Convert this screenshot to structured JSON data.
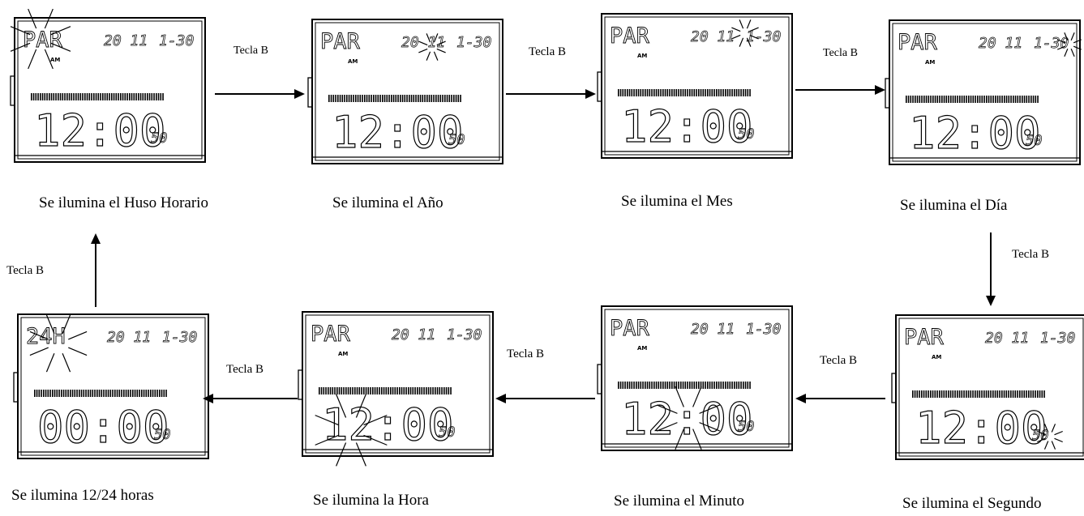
{
  "panels": [
    {
      "id": "zona",
      "line1": "PAR",
      "year": "20 11",
      "date": "1-30",
      "am": "AM",
      "time": "12:00",
      "seconds": "50",
      "caption": "Se ilumina el Huso Horario"
    },
    {
      "id": "anio",
      "line1": "PAR",
      "year": "20 11",
      "date": "1-30",
      "am": "AM",
      "time": "12:00",
      "seconds": "50",
      "caption": "Se ilumina el Año"
    },
    {
      "id": "mes",
      "line1": "PAR",
      "year": "20 11",
      "date": "1-30",
      "am": "AM",
      "time": "12:00",
      "seconds": "50",
      "caption": "Se ilumina el Mes"
    },
    {
      "id": "dia",
      "line1": "PAR",
      "year": "20 11",
      "date": "1-30",
      "am": "AM",
      "time": "12:00",
      "seconds": "50",
      "caption": "Se ilumina el Día"
    },
    {
      "id": "segundo",
      "line1": "PAR",
      "year": "20 11",
      "date": "1-30",
      "am": "AM",
      "time": "12:00",
      "seconds": "50",
      "caption": "Se ilumina el Segundo"
    },
    {
      "id": "minuto",
      "line1": "PAR",
      "year": "20 11",
      "date": "1-30",
      "am": "AM",
      "time": "12:00",
      "seconds": "50",
      "caption": "Se ilumina el Minuto"
    },
    {
      "id": "hora",
      "line1": "PAR",
      "year": "20 11",
      "date": "1-30",
      "am": "AM",
      "time": "12:00",
      "seconds": "50",
      "caption": "Se ilumina la Hora"
    },
    {
      "id": "formato",
      "line1": "24H",
      "year": "20 11",
      "date": "1-30",
      "am": "",
      "time": "00:00",
      "seconds": "50",
      "caption": "Se ilumina 12/24 horas"
    }
  ],
  "key_labels": [
    "Tecla B",
    "Tecla B",
    "Tecla B",
    "Tecla B",
    "Tecla B",
    "Tecla B",
    "Tecla B",
    "Tecla B"
  ]
}
